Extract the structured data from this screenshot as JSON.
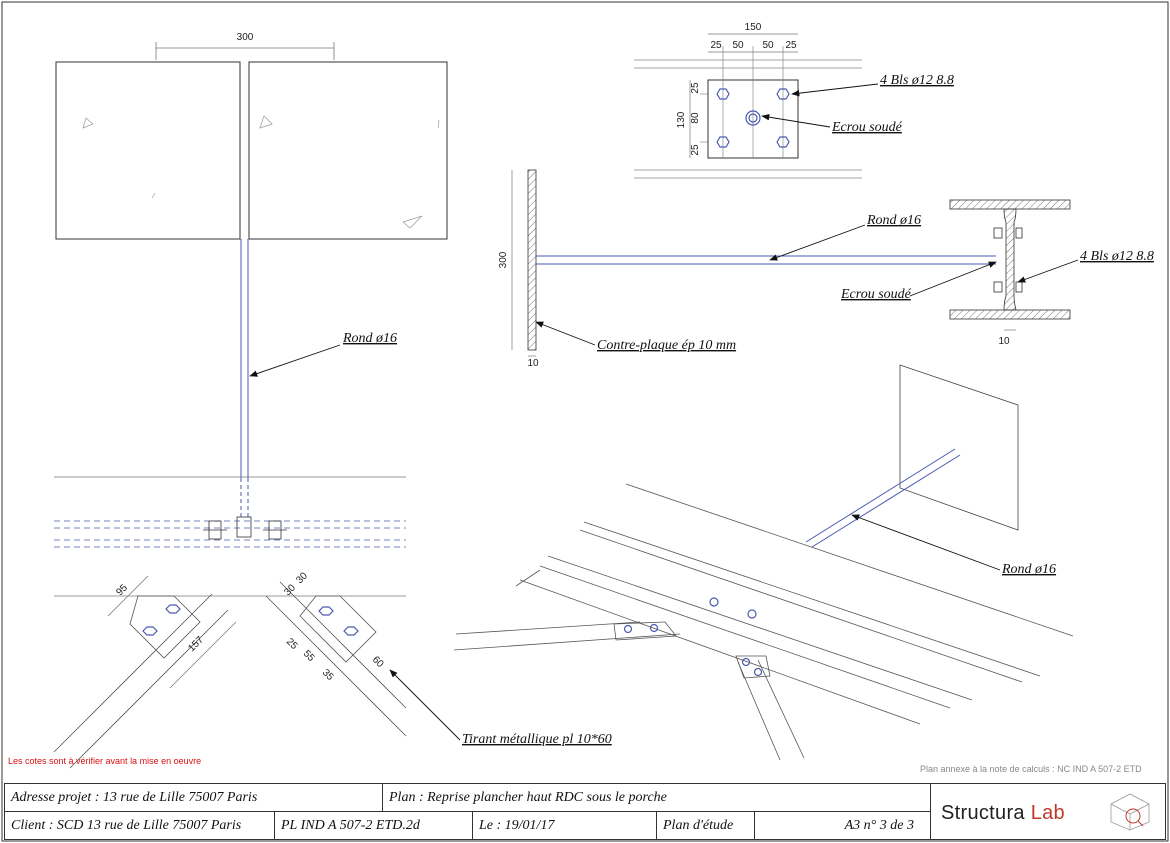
{
  "callouts": {
    "bolts_top": "4 Bls ø12 8.8",
    "ecrou_top": "Ecrou soudé",
    "rond_left": "Rond ø16",
    "rond_mid": "Rond ø16",
    "bolts_mid": "4 Bls ø12 8.8",
    "ecrou_mid": "Ecrou soudé",
    "contre_plaque": "Contre-plaque ép 10 mm",
    "rond_iso": "Rond ø16",
    "tirant": "Tirant métallique pl 10*60"
  },
  "dims": {
    "top_300": "300",
    "plate_150": "150",
    "plate_25a": "25",
    "plate_50a": "50",
    "plate_50b": "50",
    "plate_25b": "25",
    "plate_130": "130",
    "plate_25c": "25",
    "plate_80": "80",
    "plate_25d": "25",
    "side_300": "300",
    "side_10": "10",
    "beam_10": "10",
    "tie_95": "95",
    "tie_157": "157",
    "tie_30a": "30",
    "tie_30b": "30",
    "tie_25": "25",
    "tie_55": "55",
    "tie_35": "35",
    "tie_60": "60"
  },
  "notes": {
    "verify": "Les cotes sont à vérifier avant la mise en oeuvre",
    "annexe": "Plan annexe à la note de calculs : NC IND A 507-2 ETD"
  },
  "title_block": {
    "address": "Adresse projet : 13 rue de Lille 75007 Paris",
    "plan": "Plan : Reprise plancher haut RDC sous le porche",
    "client": "Client : SCD 13 rue de Lille 75007 Paris",
    "ref": "PL IND A 507-2 ETD.2d",
    "date": "Le : 19/01/17",
    "type": "Plan d'étude",
    "sheet": "A3 n° 3 de 3",
    "logo_main": "Structura",
    "logo_accent": "Lab"
  },
  "colors": {
    "line": "#333333",
    "blue": "#4a5bb0",
    "accent": "#c0392b",
    "red_note": "#dd1111"
  }
}
